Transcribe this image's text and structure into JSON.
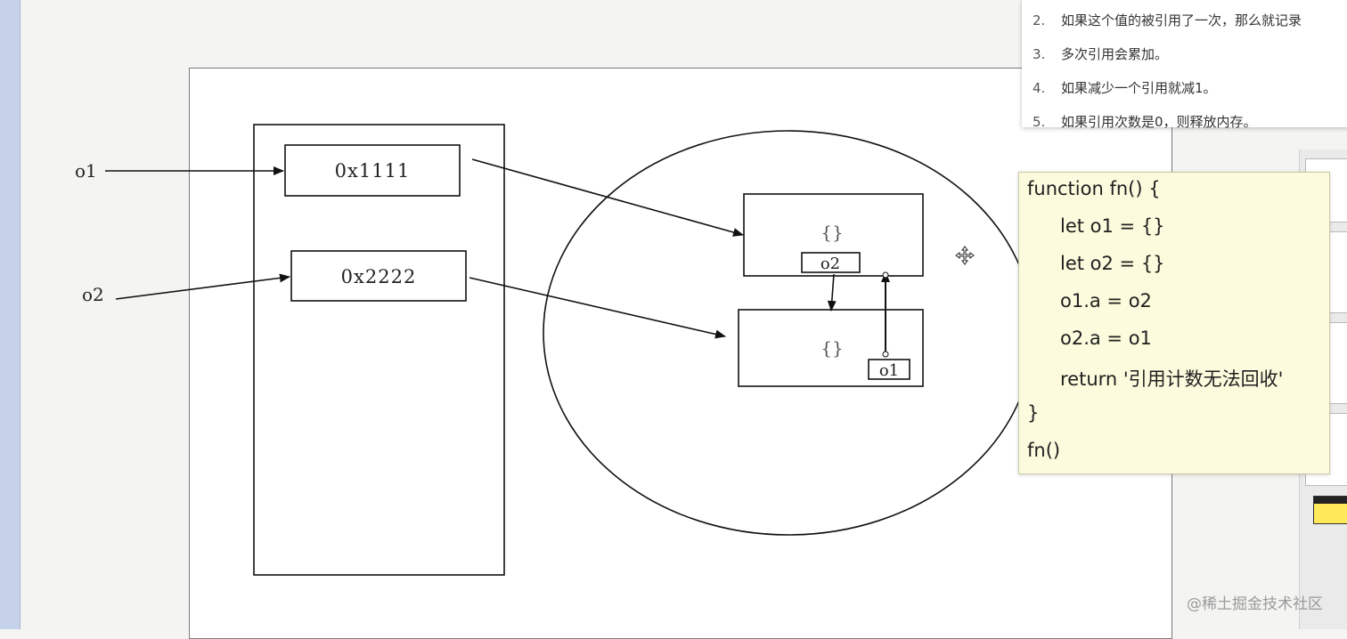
{
  "diagram": {
    "ref_o1": "o1",
    "ref_o2": "o2",
    "addr_1": "0x1111",
    "addr_2": "0x2222",
    "obj_top_braces": "{}",
    "obj_top_prop": "o2",
    "obj_bottom_braces": "{}",
    "obj_bottom_prop": "o1"
  },
  "notes": {
    "items": [
      {
        "num": "2.",
        "text": "如果这个值的被引用了一次，那么就记录"
      },
      {
        "num": "3.",
        "text": "多次引用会累加。"
      },
      {
        "num": "4.",
        "text": "如果减少一个引用就减1。"
      },
      {
        "num": "5.",
        "text": "如果引用次数是0，则释放内存。"
      }
    ]
  },
  "code": {
    "lines": [
      "function fn() {",
      "let o1 = {}",
      "let o2 = {}",
      "o1.a = o2",
      "o2.a = o1",
      "return '引用计数无法回收'",
      "}",
      "fn()"
    ]
  },
  "watermark": "@稀土掘金技术社区",
  "icons": {
    "cursor": "move-cursor-icon"
  }
}
